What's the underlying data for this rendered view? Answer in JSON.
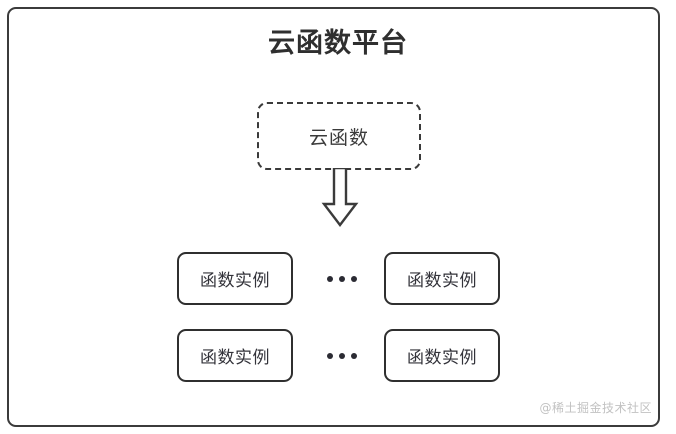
{
  "diagram": {
    "title": "云函数平台",
    "cloud_function": {
      "label": "云函数",
      "border_style": "dashed"
    },
    "arrow": {
      "name": "downward-block-arrow",
      "direction": "down"
    },
    "instance_rows": [
      {
        "left_label": "函数实例",
        "ellipsis": "•••",
        "right_label": "函数实例"
      },
      {
        "left_label": "函数实例",
        "ellipsis": "•••",
        "right_label": "函数实例"
      }
    ],
    "watermark": "@稀土掘金技术社区",
    "colors": {
      "stroke": "#3b3b3b",
      "title_text": "#2f2f2f",
      "box_text": "#33333a",
      "background": "#ffffff",
      "watermark_text": "#c2c2c2"
    }
  }
}
